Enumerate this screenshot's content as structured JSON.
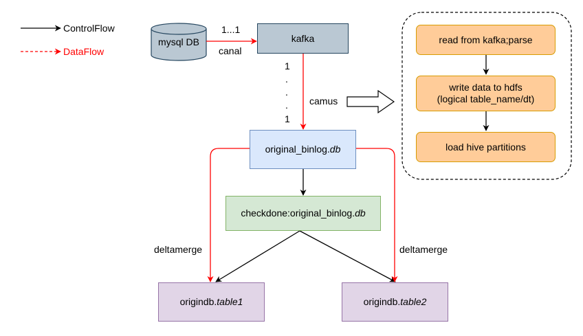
{
  "legend": {
    "control_flow": "ControlFlow",
    "data_flow": "DataFlow"
  },
  "nodes": {
    "mysql": "mysql DB",
    "kafka": "kafka",
    "binlog": {
      "prefix": "original_binlog.",
      "suffix": "db"
    },
    "checkdone": {
      "prefix": "checkdone:original_binlog.",
      "suffix": "db"
    },
    "table1": {
      "prefix": "origindb.",
      "suffix": "table1"
    },
    "table2": {
      "prefix": "origindb.",
      "suffix": "table2"
    }
  },
  "camus_steps": {
    "read": "read from kafka;parse",
    "write_line1": "write data to hdfs",
    "write_line2": "(logical table_name/dt)",
    "load": "load hive partitions"
  },
  "edge_labels": {
    "mysql_kafka_multiplicity": "1...1",
    "mysql_kafka_tool": "canal",
    "camus": "camus",
    "deltamerge_left": "deltamerge",
    "deltamerge_right": "deltamerge"
  },
  "multiplicity_vertical": {
    "top": "1",
    "dot1": ".",
    "dot2": ".",
    "dot3": ".",
    "bottom": "1"
  },
  "colors": {
    "control_flow": "#000000",
    "data_flow": "#ff0000",
    "legend_data_text": "#ff0000"
  }
}
